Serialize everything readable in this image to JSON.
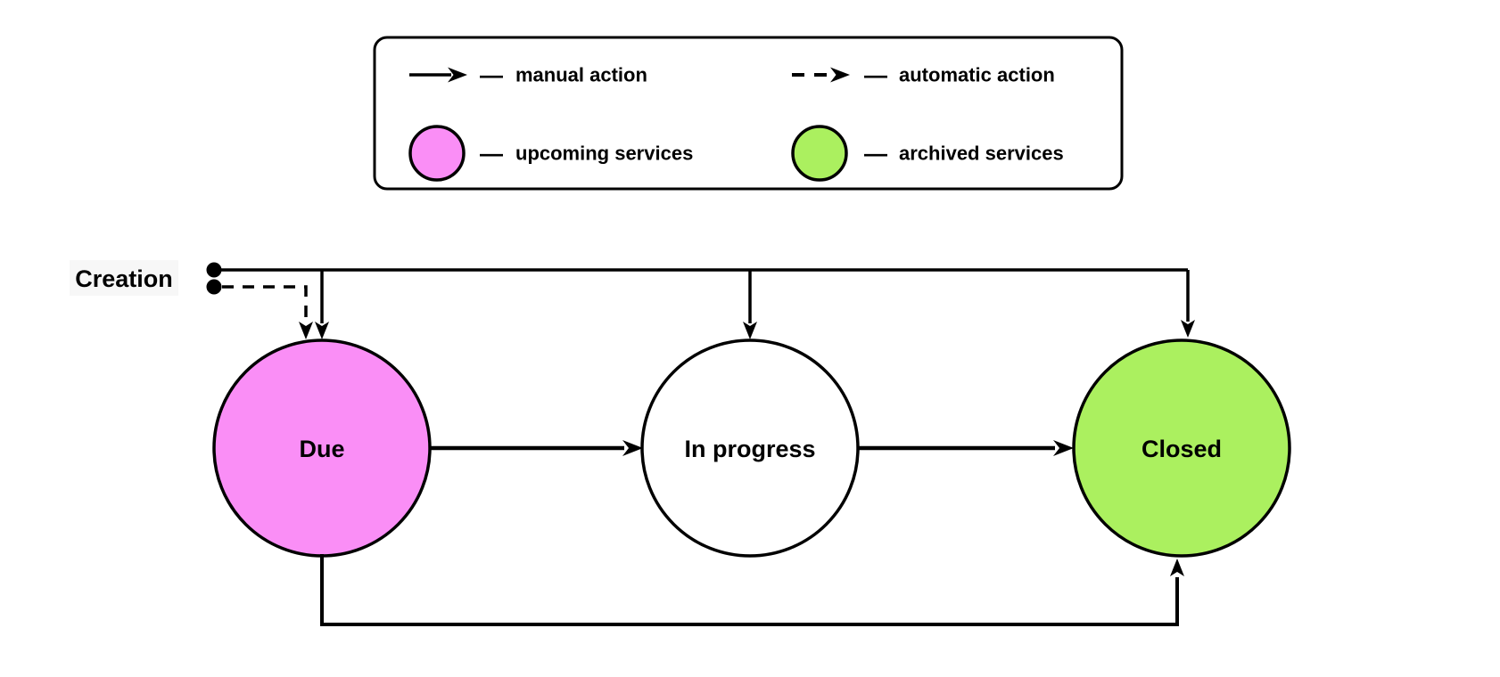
{
  "diagram": {
    "kind": "state-diagram",
    "creation": {
      "label": "Creation"
    },
    "legend": {
      "separator": "—",
      "items": [
        {
          "symbol": "solid-arrow",
          "label": "manual action"
        },
        {
          "symbol": "dashed-arrow",
          "label": "automatic action"
        },
        {
          "symbol": "pink-circle",
          "label": "upcoming services"
        },
        {
          "symbol": "green-circle",
          "label": "archived services"
        }
      ]
    },
    "nodes": [
      {
        "id": "due",
        "label": "Due",
        "type": "upcoming"
      },
      {
        "id": "in-progress",
        "label": "In progress",
        "type": "plain"
      },
      {
        "id": "closed",
        "label": "Closed",
        "type": "archived"
      }
    ],
    "edges": [
      {
        "from": "creation",
        "to": "due",
        "kind": "manual"
      },
      {
        "from": "creation",
        "to": "due",
        "kind": "automatic"
      },
      {
        "from": "creation",
        "to": "in-progress",
        "kind": "manual"
      },
      {
        "from": "creation",
        "to": "closed",
        "kind": "manual"
      },
      {
        "from": "due",
        "to": "in-progress",
        "kind": "manual"
      },
      {
        "from": "in-progress",
        "to": "closed",
        "kind": "manual"
      },
      {
        "from": "due",
        "to": "closed",
        "kind": "manual"
      }
    ],
    "colors": {
      "upcoming_fill": "#FA8EF6",
      "archived_fill": "#ABF05F",
      "plain_fill": "#FFFFFF",
      "line": "#000000",
      "creation_label_bg": "#F7F7F7"
    }
  }
}
